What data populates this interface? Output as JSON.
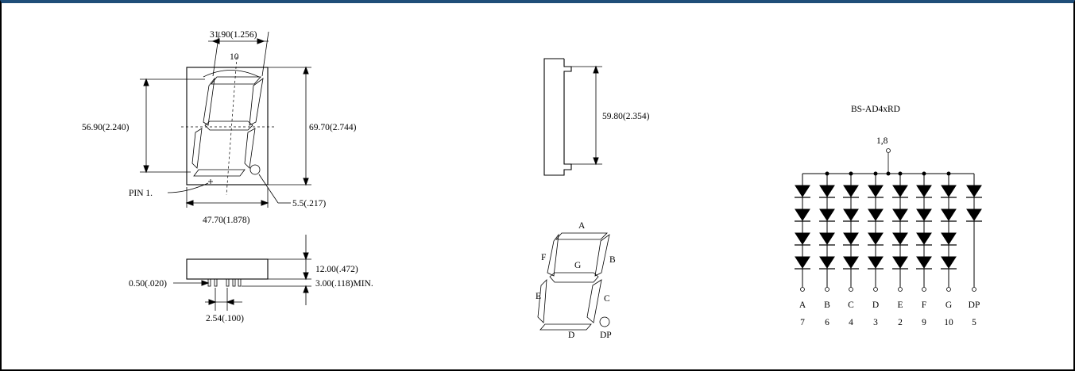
{
  "front_view": {
    "width_top": "31.90(1.256)",
    "angle": "10",
    "height_digit": "56.90(2.240)",
    "height_total": "69.70(2.744)",
    "pin1": "PIN 1.",
    "dp_dim": "5.5(.217)",
    "width_bottom": "47.70(1.878)"
  },
  "side_view": {
    "height": "59.80(2.354)"
  },
  "bottom_view": {
    "pin_width": "0.50(.020)",
    "depth": "12.00(.472)",
    "pin_length": "3.00(.118)MIN.",
    "pitch": "2.54(.100)"
  },
  "segment_diagram": {
    "labels": [
      "A",
      "B",
      "C",
      "D",
      "E",
      "F",
      "G",
      "DP"
    ]
  },
  "circuit": {
    "part_number": "BS-AD4xRD",
    "common_pins": "1,8",
    "segments": [
      "A",
      "B",
      "C",
      "D",
      "E",
      "F",
      "G",
      "DP"
    ],
    "pins": [
      "7",
      "6",
      "4",
      "3",
      "2",
      "9",
      "10",
      "5"
    ]
  }
}
